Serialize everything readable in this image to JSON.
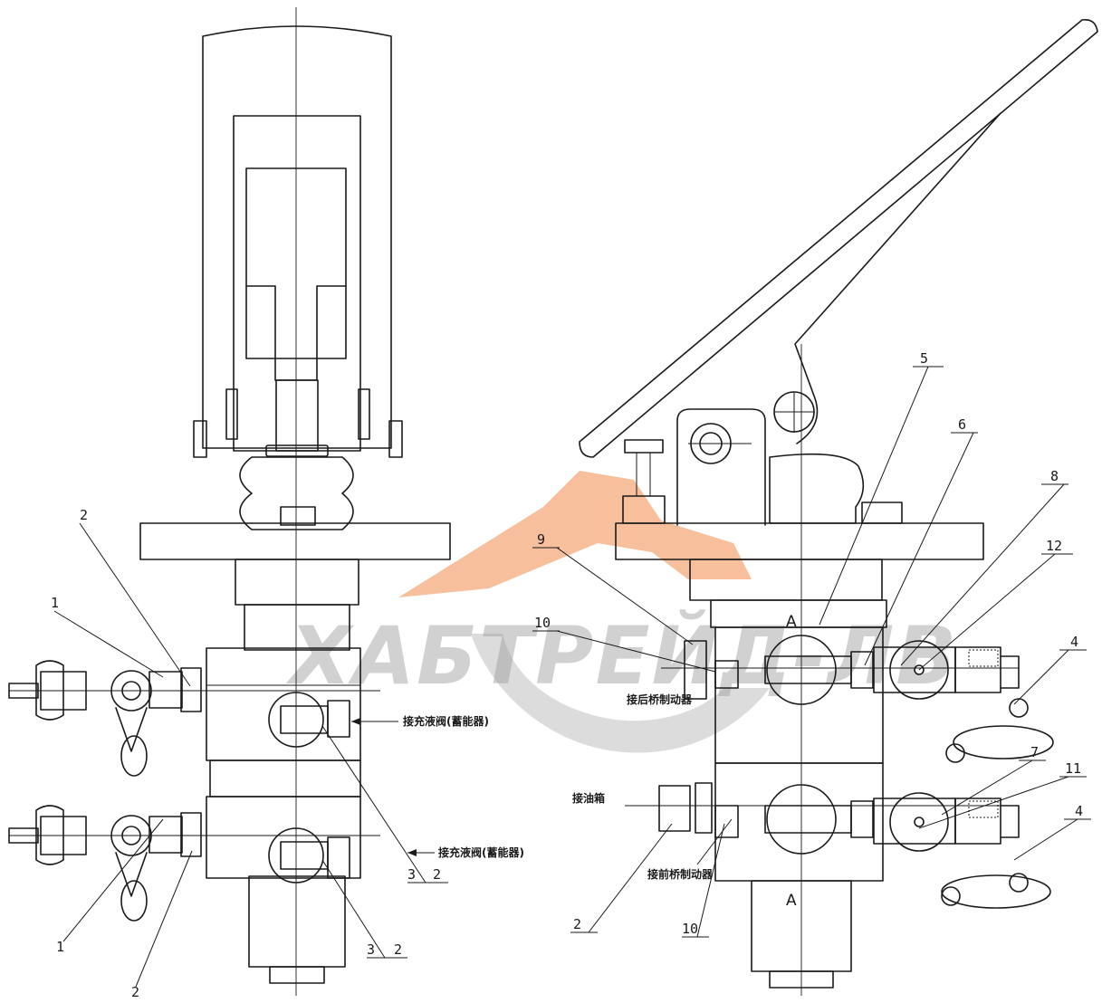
{
  "watermark": {
    "text": "ХАБТРЕЙД-ЛВ",
    "colors": {
      "orange": "#f08a4b",
      "gray": "#9a9a9a"
    }
  },
  "left_view": {
    "callouts": [
      "2",
      "1",
      "1",
      "2",
      "3",
      "2",
      "3",
      "2"
    ],
    "labels": {
      "accumulator_upper": "接充液阀(蓄能器)",
      "accumulator_lower": "接充液阀(蓄能器)"
    }
  },
  "right_view": {
    "callouts": [
      "5",
      "6",
      "8",
      "12",
      "9",
      "10",
      "4",
      "7",
      "11",
      "4",
      "2",
      "10"
    ],
    "section_marks": [
      "A",
      "A"
    ],
    "labels": {
      "rear_brake": "接后桥制动器",
      "oil_tank": "接油箱",
      "front_brake": "接前桥制动器"
    }
  }
}
